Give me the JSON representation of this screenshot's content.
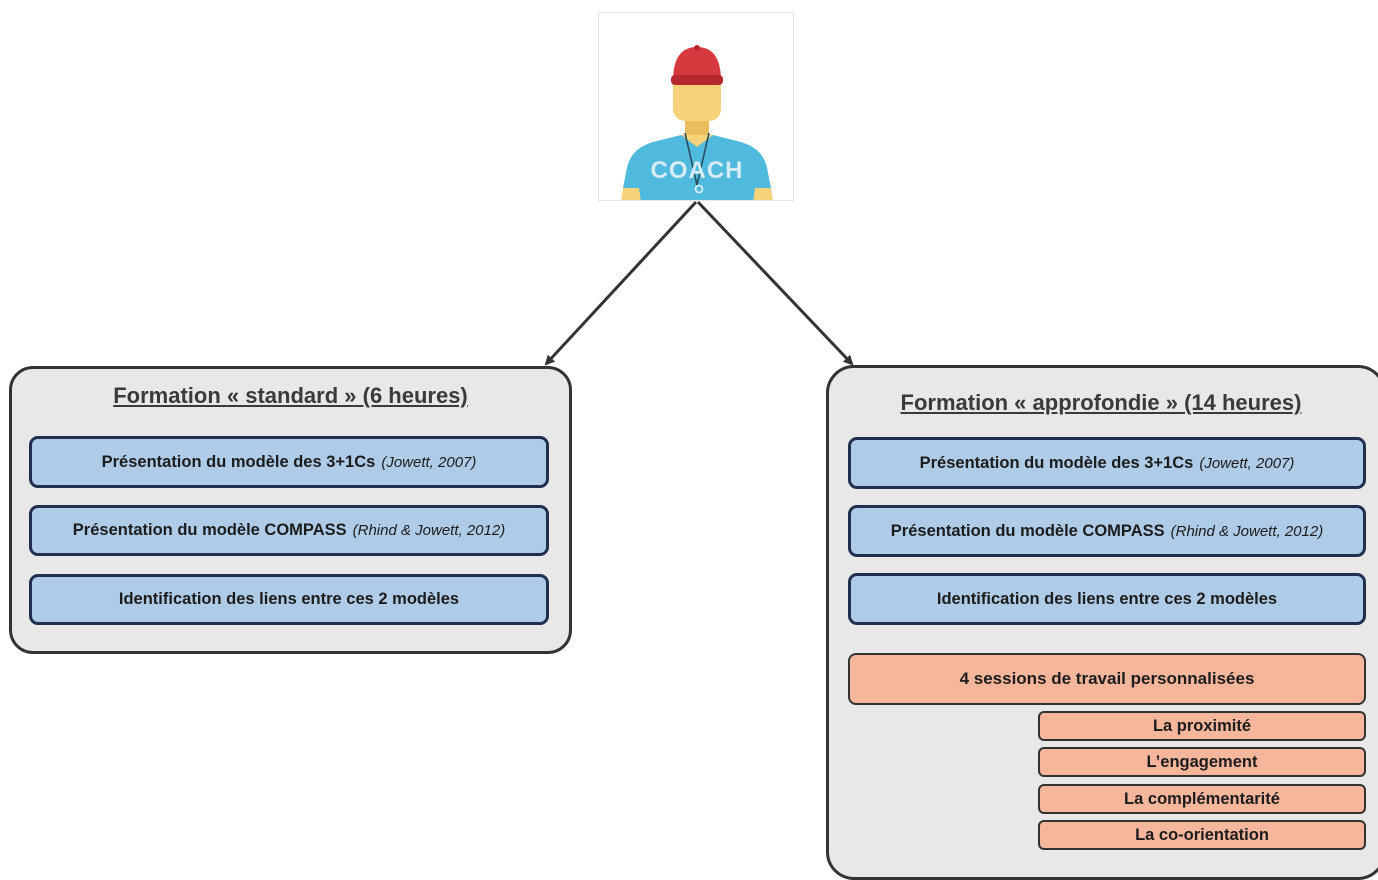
{
  "coach": {
    "shirt_text": "COACH",
    "colors": {
      "cap": "#d63a3f",
      "skin": "#f8d27a",
      "shirt": "#4fb9de"
    }
  },
  "left_panel": {
    "title": "Formation « standard » (6 heures)",
    "items": [
      {
        "text": "Présentation du modèle des 3+1Cs",
        "citation": "(Jowett, 2007)"
      },
      {
        "text": "Présentation du modèle COMPASS",
        "citation": "(Rhind & Jowett, 2012)"
      },
      {
        "text": "Identification des liens entre ces 2 modèles",
        "citation": ""
      }
    ]
  },
  "right_panel": {
    "title": "Formation « approfondie » (14 heures)",
    "items": [
      {
        "text": "Présentation du modèle des 3+1Cs",
        "citation": "(Jowett, 2007)"
      },
      {
        "text": "Présentation du modèle COMPASS",
        "citation": "(Rhind & Jowett, 2012)"
      },
      {
        "text": "Identification des liens entre ces 2 modèles",
        "citation": ""
      }
    ],
    "sessions": {
      "label": "4 sessions de travail personnalisées",
      "topics": [
        "La proximité",
        "L’engagement",
        "La complémentarité",
        "La co-orientation"
      ]
    }
  },
  "colors": {
    "panel_bg": "#e9e8e8",
    "model_box": "#aecbe7",
    "session_box": "#f6b69b",
    "border": "#333333"
  }
}
